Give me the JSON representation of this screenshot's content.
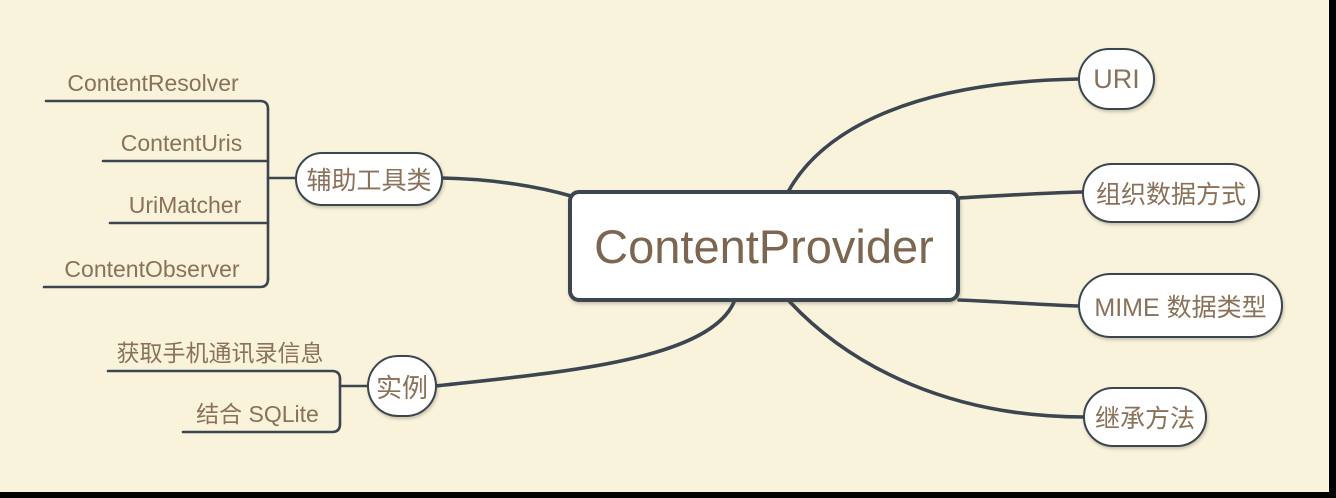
{
  "colors": {
    "background": "#FAF3DB",
    "line": "#3C4650",
    "node_fill": "#FFFFFF",
    "node_border": "#3C4650",
    "text": "#8A7158",
    "root_text": "#7C664F",
    "edge": "#000000"
  },
  "mindmap": {
    "root": {
      "label": "ContentProvider"
    },
    "left": {
      "helper": {
        "label": "辅助工具类",
        "children": [
          {
            "label": "ContentResolver"
          },
          {
            "label": "ContentUris"
          },
          {
            "label": "UriMatcher"
          },
          {
            "label": "ContentObserver"
          }
        ]
      },
      "example": {
        "label": "实例",
        "children": [
          {
            "label": "获取手机通讯录信息"
          },
          {
            "label": "结合 SQLite"
          }
        ]
      }
    },
    "right": [
      {
        "label": "URI"
      },
      {
        "label": "组织数据方式"
      },
      {
        "label": "MIME 数据类型"
      },
      {
        "label": "继承方法"
      }
    ]
  }
}
